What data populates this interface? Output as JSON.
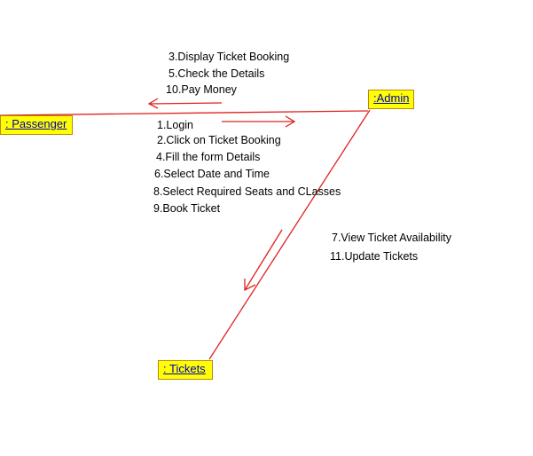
{
  "objects": {
    "passenger": ": Passenger",
    "admin": ":Admin",
    "tickets": ": Tickets"
  },
  "messages_admin_to_passenger": [
    "3.Display Ticket Booking",
    "5.Check the Details",
    "10.Pay Money"
  ],
  "messages_passenger_to_admin": [
    "1.Login",
    "2.Click on Ticket Booking",
    "4.Fill the form Details",
    "6.Select Date and Time",
    "8.Select Required Seats and CLasses",
    "9.Book Ticket"
  ],
  "messages_admin_to_tickets": [
    "7.View Ticket Availability",
    "11.Update Tickets"
  ],
  "colors": {
    "line": "#e02020",
    "object_fill": "#ffff00",
    "object_border": "#b8860b",
    "object_text": "#0000c0"
  }
}
